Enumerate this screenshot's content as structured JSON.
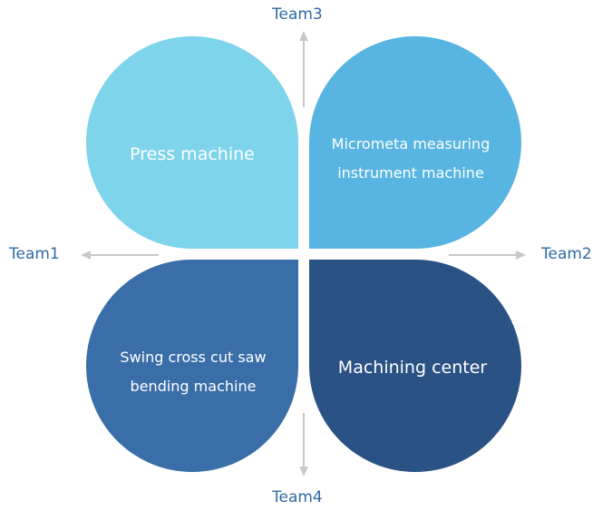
{
  "colors": {
    "petal_top_left": "#7ed4ea",
    "petal_top_right": "#58b5e1",
    "petal_bottom_left": "#3a6ea8",
    "petal_bottom_right": "#2b5284",
    "arrow": "#c8c8c8",
    "team_label": "#2f6aa3"
  },
  "teams": {
    "top": "Team3",
    "left": "Team1",
    "right": "Team2",
    "bottom": "Team4"
  },
  "petals": {
    "top_left": {
      "lines": [
        "Press machine"
      ]
    },
    "top_right": {
      "lines": [
        "Micrometa measuring",
        "instrument machine"
      ]
    },
    "bottom_left": {
      "lines": [
        "Swing cross cut saw",
        "bending machine"
      ]
    },
    "bottom_right": {
      "lines": [
        "Machining center"
      ]
    }
  }
}
